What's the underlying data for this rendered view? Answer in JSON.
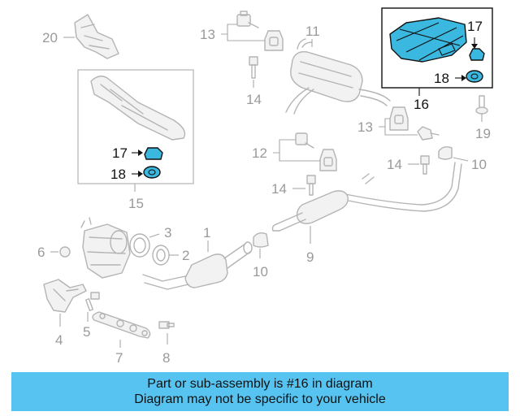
{
  "callouts": {
    "c20": "20",
    "c13a": "13",
    "c11": "11",
    "c14a": "14",
    "c16": "16",
    "c17a": "17",
    "c18a": "18",
    "c19": "19",
    "c13b": "13",
    "c10a": "10",
    "c12": "12",
    "c14b": "14",
    "c14c": "14",
    "c17b": "17",
    "c18b": "18",
    "c15": "15",
    "c3": "3",
    "c2": "2",
    "c1": "1",
    "c6": "6",
    "c10b": "10",
    "c9": "9",
    "c5": "5",
    "c4": "4",
    "c7": "7",
    "c8": "8"
  },
  "banner": {
    "line1": "Part or sub-assembly is #16 in diagram",
    "line2": "Diagram may not be specific to your vehicle"
  },
  "colors": {
    "highlight": "#3bb8e0",
    "banner": "#56c3f0",
    "line": "#b4b4b4"
  }
}
